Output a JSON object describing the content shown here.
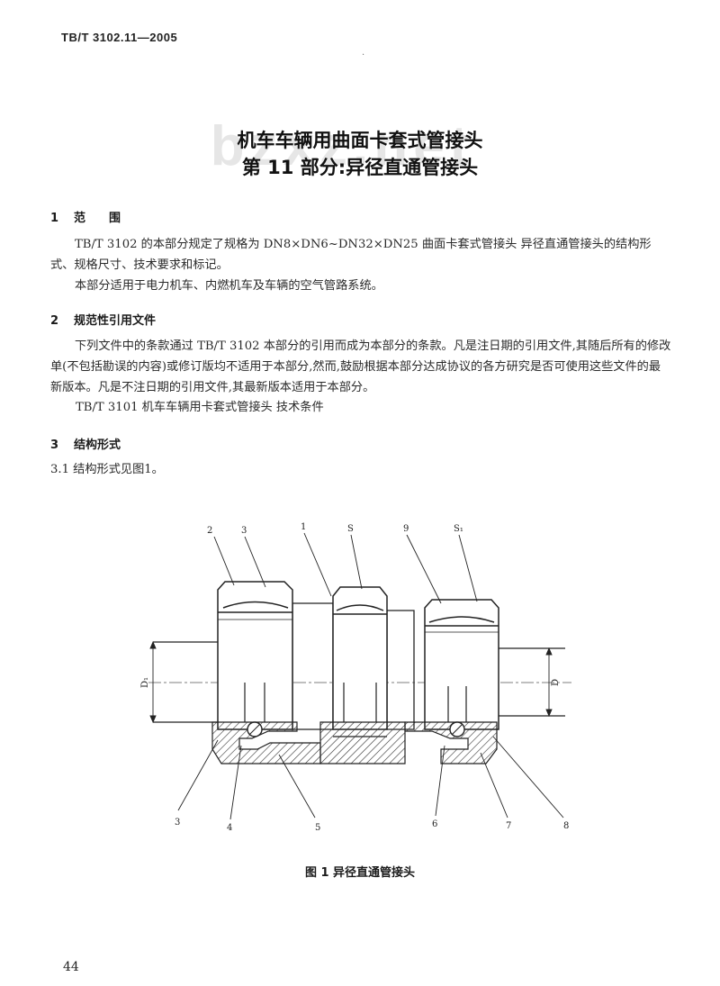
{
  "header": {
    "standard_code": "TB/T 3102.11—2005",
    "dot": "·"
  },
  "watermark": "bzxz.net",
  "title": {
    "line1": "机车车辆用曲面卡套式管接头",
    "line2": "第 11 部分:异径直通管接头"
  },
  "sections": {
    "s1": {
      "num": "1",
      "title": "范围"
    },
    "s2": {
      "num": "2",
      "title": "规范性引用文件"
    },
    "s3": {
      "num": "3",
      "title": "结构形式"
    }
  },
  "body": {
    "p1": "TB/T 3102 的本部分规定了规格为 DN8×DN6~DN32×DN25 曲面卡套式管接头 异径直通管接头的结构形式、规格尺寸、技术要求和标记。",
    "p2": "本部分适用于电力机车、内燃机车及车辆的空气管路系统。",
    "p3": "下列文件中的条款通过 TB/T 3102 本部分的引用而成为本部分的条款。凡是注日期的引用文件,其随后所有的修改单(不包括勘误的内容)或修订版均不适用于本部分,然而,鼓励根据本部分达成协议的各方研究是否可使用这些文件的最新版本。凡是不注日期的引用文件,其最新版本适用于本部分。",
    "p4": "TB/T 3101 机车车辆用卡套式管接头 技术条件",
    "p5": "3.1 结构形式见图1。"
  },
  "figure": {
    "caption": "图 1 异径直通管接头",
    "labels": {
      "top": [
        "2",
        "3",
        "1",
        "S",
        "9",
        "S₁"
      ],
      "bottom": [
        "3",
        "4",
        "5",
        "6",
        "7",
        "8"
      ],
      "dim_left": "D₁",
      "dim_right": "D"
    }
  },
  "page_number": "44",
  "colors": {
    "ink": "#1a1a1a",
    "watermark": "#e6e6e6",
    "paper": "#ffffff"
  }
}
